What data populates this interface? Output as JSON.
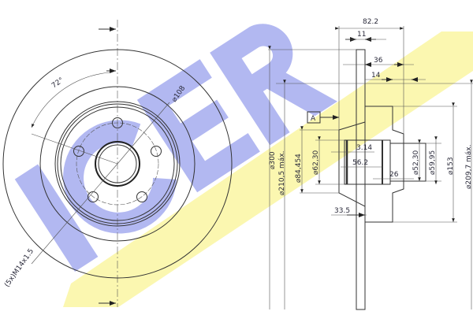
{
  "logo": {
    "text": "ICER",
    "band_color": "#fbf7b0",
    "letter_color": "#aab0ef"
  },
  "front_view": {
    "angle_label": "72°",
    "bolt_circle_label": "⌀108",
    "thread_label": "(5x)M14x1.5"
  },
  "section_view": {
    "reference_label": "A",
    "dimensions": {
      "overall_width": "82.2",
      "disc_thickness": "11",
      "offset_36": "36",
      "offset_14": "14",
      "groove": "3.14",
      "bore_depth": "56.2",
      "hub_26": "26",
      "offset_33_5": "33.5",
      "dia_300": "⌀300",
      "dia_210_5": "⌀210,5 máx.",
      "dia_84_454": "⌀84,454",
      "dia_62_30_left": "⌀62,30",
      "dia_52_30": "⌀52,30",
      "dia_59_95": "⌀59,95",
      "dia_153": "⌀153",
      "dia_209_7": "⌀209,7 máx."
    }
  }
}
